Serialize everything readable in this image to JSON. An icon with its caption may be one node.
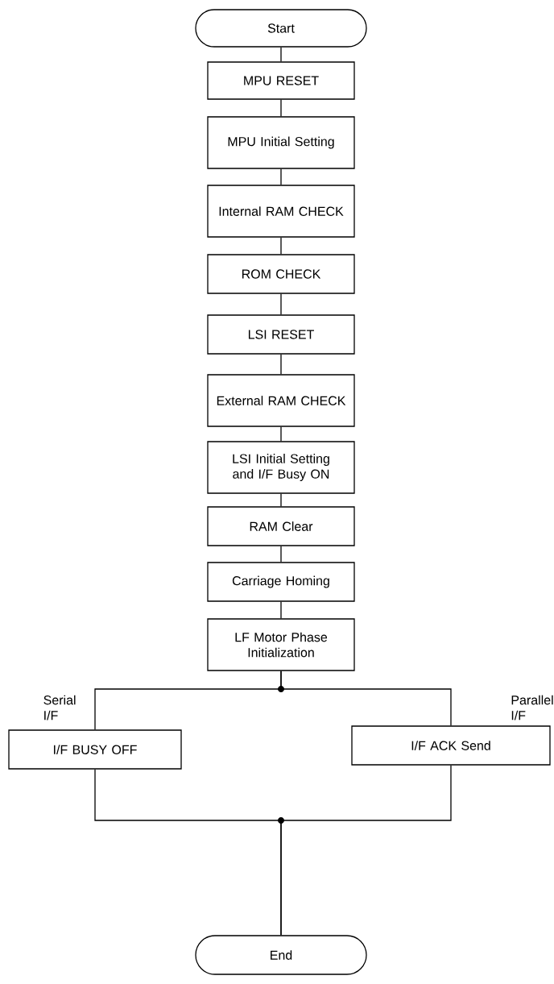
{
  "diagram": {
    "nodes": [
      {
        "text": [
          "Start"
        ]
      },
      {
        "text": [
          "MPU RESET"
        ]
      },
      {
        "text": [
          "MPU Initial Setting"
        ]
      },
      {
        "text": [
          "Internal RAM CHECK"
        ]
      },
      {
        "text": [
          "ROM CHECK"
        ]
      },
      {
        "text": [
          "LSI RESET"
        ]
      },
      {
        "text": [
          "External RAM CHECK"
        ]
      },
      {
        "text": [
          "LSI Initial Setting and I/F Busy ON"
        ]
      },
      {
        "text": [
          "RAM Clear"
        ]
      },
      {
        "text": [
          "Carriage Homing"
        ]
      },
      {
        "text": [
          "LF Motor Phase Initialization"
        ]
      },
      {
        "text": [
          "I/F BUSY OFF"
        ],
        "beside": [
          "Serial I/F"
        ]
      },
      {
        "text": [
          "I/F ACK Send"
        ],
        "beside": [
          "Parallel I/F"
        ]
      },
      {
        "text": [
          "End"
        ]
      }
    ],
    "edges": [
      {
        "from": 0,
        "to": 1,
        "arrow": "none"
      },
      {
        "from": 1,
        "to": 2,
        "arrow": "none"
      },
      {
        "from": 2,
        "to": 3,
        "arrow": "none"
      },
      {
        "from": 3,
        "to": 4,
        "arrow": "none"
      },
      {
        "from": 4,
        "to": 5,
        "arrow": "none"
      },
      {
        "from": 5,
        "to": 6,
        "arrow": "none"
      },
      {
        "from": 6,
        "to": 7,
        "arrow": "none"
      },
      {
        "from": 7,
        "to": 8,
        "arrow": "none"
      },
      {
        "from": 8,
        "to": 9,
        "arrow": "none"
      },
      {
        "from": 9,
        "to": 10,
        "arrow": "none"
      },
      {
        "from": 10,
        "to": 11,
        "arrow": "none"
      },
      {
        "from": 10,
        "to": 12,
        "arrow": "none"
      },
      {
        "from": 11,
        "to": 13,
        "arrow": "none"
      },
      {
        "from": 12,
        "to": 13,
        "arrow": "none"
      }
    ]
  }
}
